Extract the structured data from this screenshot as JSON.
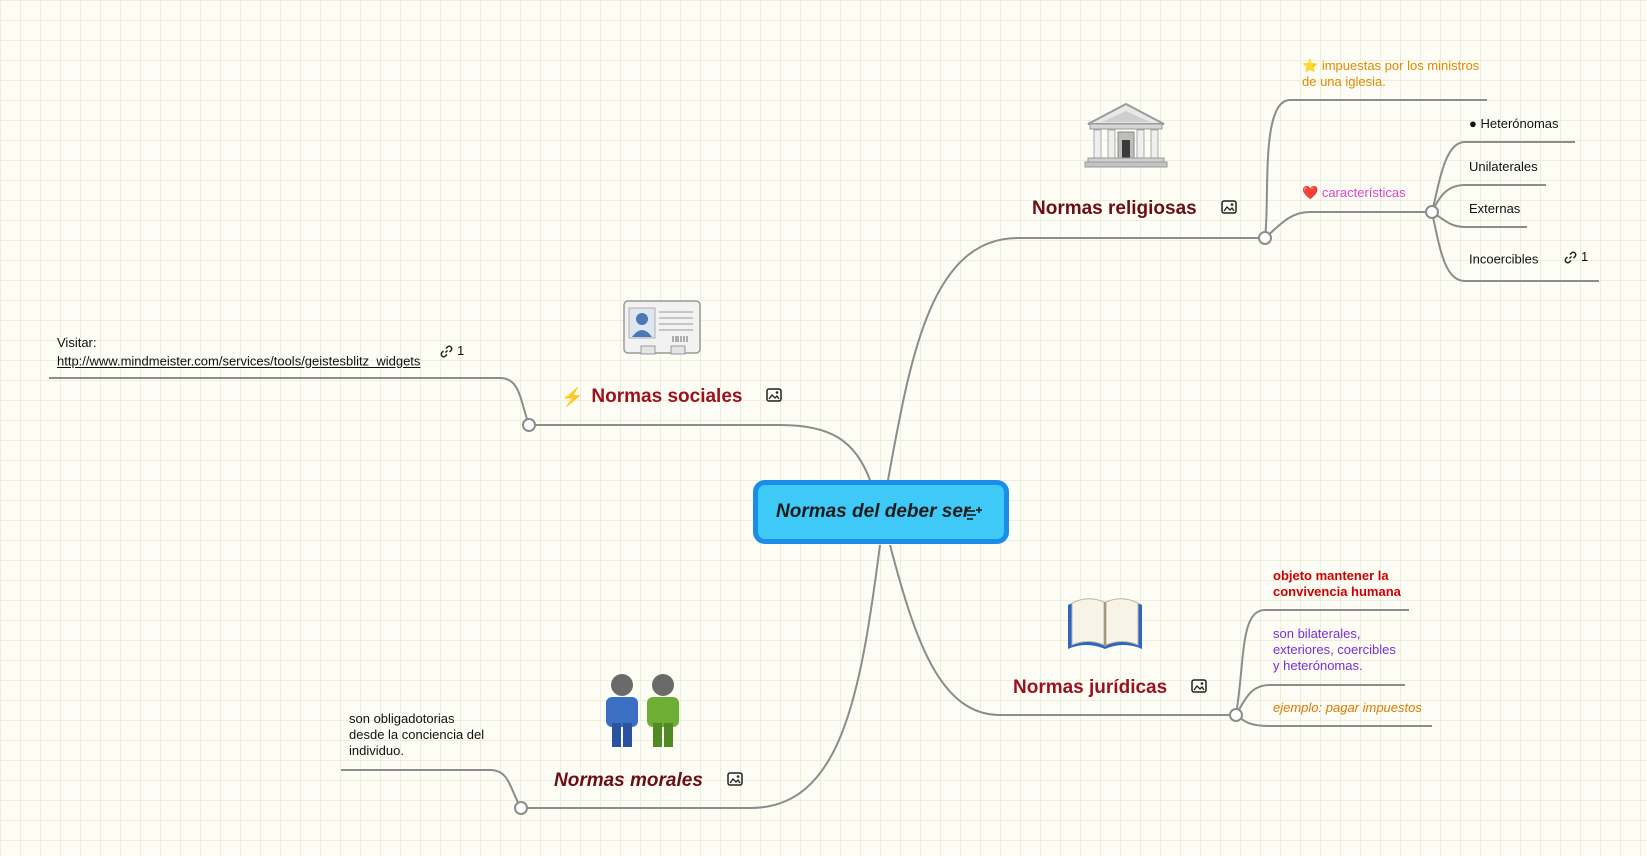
{
  "central": {
    "title": "Normas del deber ser"
  },
  "branches": {
    "religiosas": {
      "title": "Normas religiosas",
      "color": "#6b0f14",
      "image": "church-building",
      "children": {
        "impuestas": {
          "icon": "star",
          "line1": "impuestas por los ministros",
          "line2": "de una iglesia.",
          "color": "#e08a00"
        },
        "caracteristicas": {
          "icon": "heart",
          "text": "características",
          "color": "#d946c8",
          "items": [
            {
              "icon": "apple",
              "text": "Heterónomas"
            },
            {
              "text": "Unilaterales"
            },
            {
              "text": "Externas"
            },
            {
              "text": "Incoercibles",
              "link_count": "1"
            }
          ]
        }
      }
    },
    "sociales": {
      "title": "Normas sociales",
      "color": "#9b111e",
      "icon": "lightning",
      "image": "id-card",
      "children": {
        "visitar": {
          "line1": "Visitar:",
          "url": "http://www.mindmeister.com/services/tools/geistesblitz_widgets",
          "link_count": "1"
        }
      }
    },
    "morales": {
      "title": "Normas morales",
      "color": "#6b0f14",
      "image": "two-people",
      "children": {
        "obligatorias": {
          "line1": "son obligadotorias",
          "line2": "desde la conciencia del",
          "line3": "individuo."
        }
      }
    },
    "juridicas": {
      "title": "Normas jurídicas",
      "color": "#9b111e",
      "image": "open-book",
      "children": {
        "objeto": {
          "line1": "objeto mantener la",
          "line2": "convivencia humana",
          "color": "#cc0000"
        },
        "bilaterales": {
          "line1": "son bilaterales,",
          "line2": "exteriores, coercibles",
          "line3": "y heterónomas.",
          "color": "#7a2ed8"
        },
        "ejemplo": {
          "text": "ejemplo: pagar impuestos",
          "color": "#d97a00"
        }
      }
    }
  },
  "colors": {
    "connector": "#8c8c8c",
    "central_fill": "#3ec9f7",
    "central_border": "#1a8de8"
  }
}
